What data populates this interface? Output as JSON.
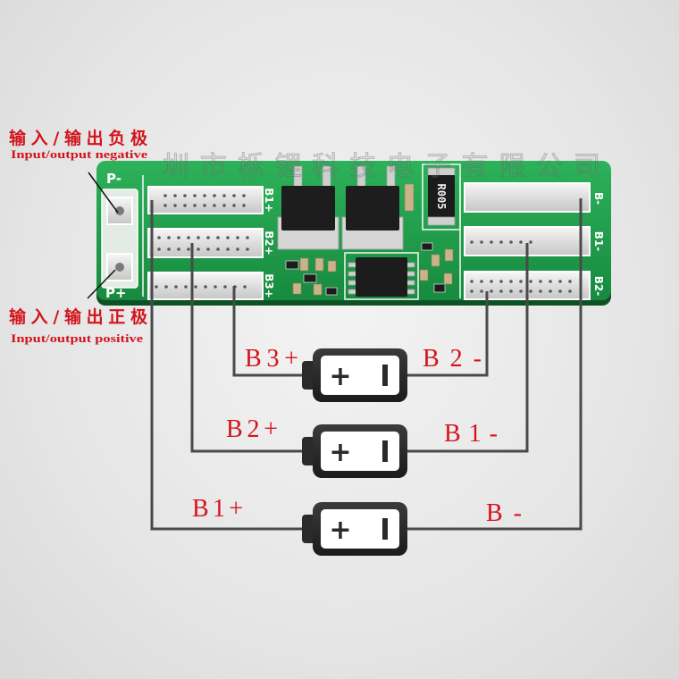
{
  "labels": {
    "negative_cn": "输入/输出负极",
    "negative_en": "Input/output negative",
    "positive_cn": "输入/输出正极",
    "positive_en": "Input/output positive"
  },
  "watermark": "圳市栎锂科技电子有限公司",
  "pcb_silkscreen": {
    "p_minus": "P-",
    "p_plus": "P+",
    "b1_plus": "B1+",
    "b2_plus": "B2+",
    "b3_plus": "B3+",
    "b_minus": "B-",
    "b1_minus": "B1-",
    "b2_minus": "B2-",
    "resistor": "R005"
  },
  "wire_labels": {
    "b3_plus": "B3+",
    "b2_minus": "B2-",
    "b2_plus": "B2+",
    "b1_minus": "B1-",
    "b1_plus": "B1+",
    "b_minus": "B-"
  },
  "batteries": [
    {
      "plus": "+"
    },
    {
      "plus": "+"
    },
    {
      "plus": "+"
    }
  ],
  "colors": {
    "label_red": "#d3141c",
    "pcb_green": "#1f9c4c",
    "wire": "#4a4a4a",
    "battery_body": "#2a2a2a"
  }
}
